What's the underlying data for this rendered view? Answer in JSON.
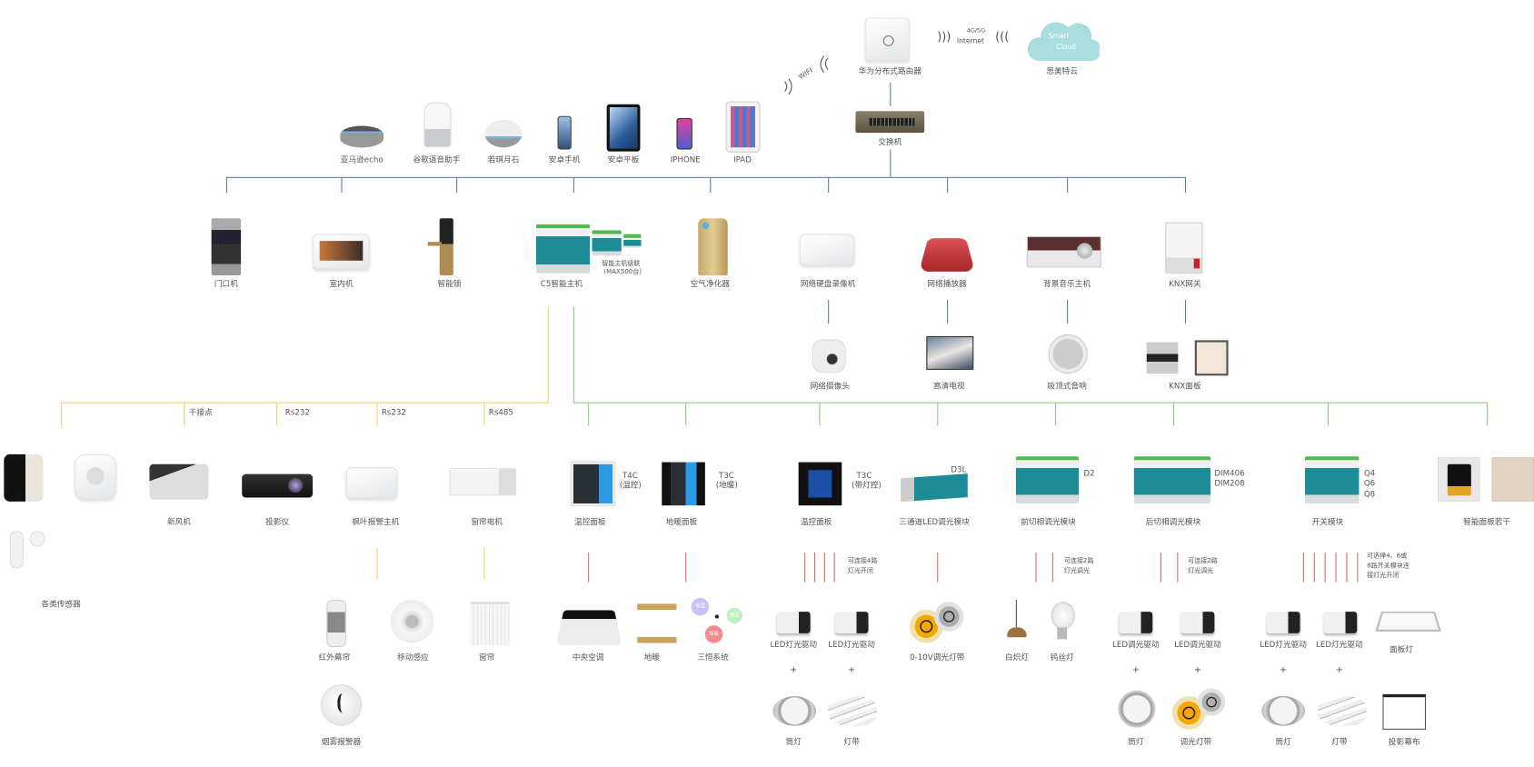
{
  "title_area": {
    "router_label": "华为分布式路由器",
    "wifi": "WIFI",
    "band": "4G/5G",
    "internet": "Internet",
    "cloud_line1": "Smart",
    "cloud_line2": "Cloud",
    "cloud_label": "思美特云",
    "switch_label": "交换机"
  },
  "clients": [
    "亚马逊echo",
    "谷歌语音助手",
    "若琪月石",
    "安卓手机",
    "安卓平板",
    "IPHONE",
    "IPAD"
  ],
  "network_devices": [
    "门口机",
    "室内机",
    "智能锁",
    "C5智能主机",
    "空气净化器",
    "网络硬盘录像机",
    "网络播放器",
    "背景音乐主机",
    "KNX网关"
  ],
  "c5_cascade": [
    "智能主机级联",
    "(MAX500台)"
  ],
  "network_sub": [
    "网络摄像头",
    "高清电视",
    "吸顶式音响",
    "KNX面板"
  ],
  "bus_labels": [
    "干接点",
    "Rs232",
    "Rs232",
    "Rs485"
  ],
  "field_devices": [
    "新风机",
    "投影仪",
    "枫叶报警主机",
    "窗帘电机",
    "温控面板",
    "地暖面板",
    "温控面板",
    "三通道LED调光模块",
    "前切相调光模块",
    "后切相调光模块",
    "开关模块",
    "智能面板若干"
  ],
  "sensors_label": "各类传感器",
  "models": {
    "t4c": [
      "T4C",
      "(温控)"
    ],
    "t3c_floor": [
      "T3C",
      "(地暖)"
    ],
    "t3c_light": [
      "T3C",
      "(带灯控)"
    ],
    "d3l": "D3L",
    "d2": "D2",
    "dim": [
      "DIM406",
      "DIM208"
    ],
    "q": [
      "Q4",
      "Q6",
      "Q8"
    ]
  },
  "notes": {
    "n4": [
      "可连接4路",
      "灯光开闭"
    ],
    "n2a": [
      "可连接2路",
      "灯光调光"
    ],
    "n2b": [
      "可连接2路",
      "灯光调光"
    ],
    "n468": [
      "可选择4、6或",
      "8路开关模块连",
      "接灯光开闭"
    ]
  },
  "endpoints": [
    "红外幕帘",
    "移动感应",
    "窗帘",
    "中央空调",
    "地暖",
    "三恒系统",
    "LED灯光驱动",
    "LED灯光驱动",
    "0-10V调光灯带",
    "白炽灯",
    "钨丝灯",
    "LED调光驱动",
    "LED调光驱动",
    "LED灯光驱动",
    "LED灯光驱动",
    "面板灯",
    "烟雾报警器"
  ],
  "sanheng": [
    "恒温",
    "恒湿",
    "恒氧"
  ],
  "plus": "+",
  "lights": [
    "筒灯",
    "灯带",
    "筒灯",
    "调光灯带",
    "筒灯",
    "灯带",
    "投影幕布"
  ],
  "colors": {
    "network": "#5a7cb8",
    "c5_bus": "#f1cd6c",
    "module_bus": "#8fc87c",
    "load": "#e2606e",
    "cloud": "#a9dde0"
  }
}
